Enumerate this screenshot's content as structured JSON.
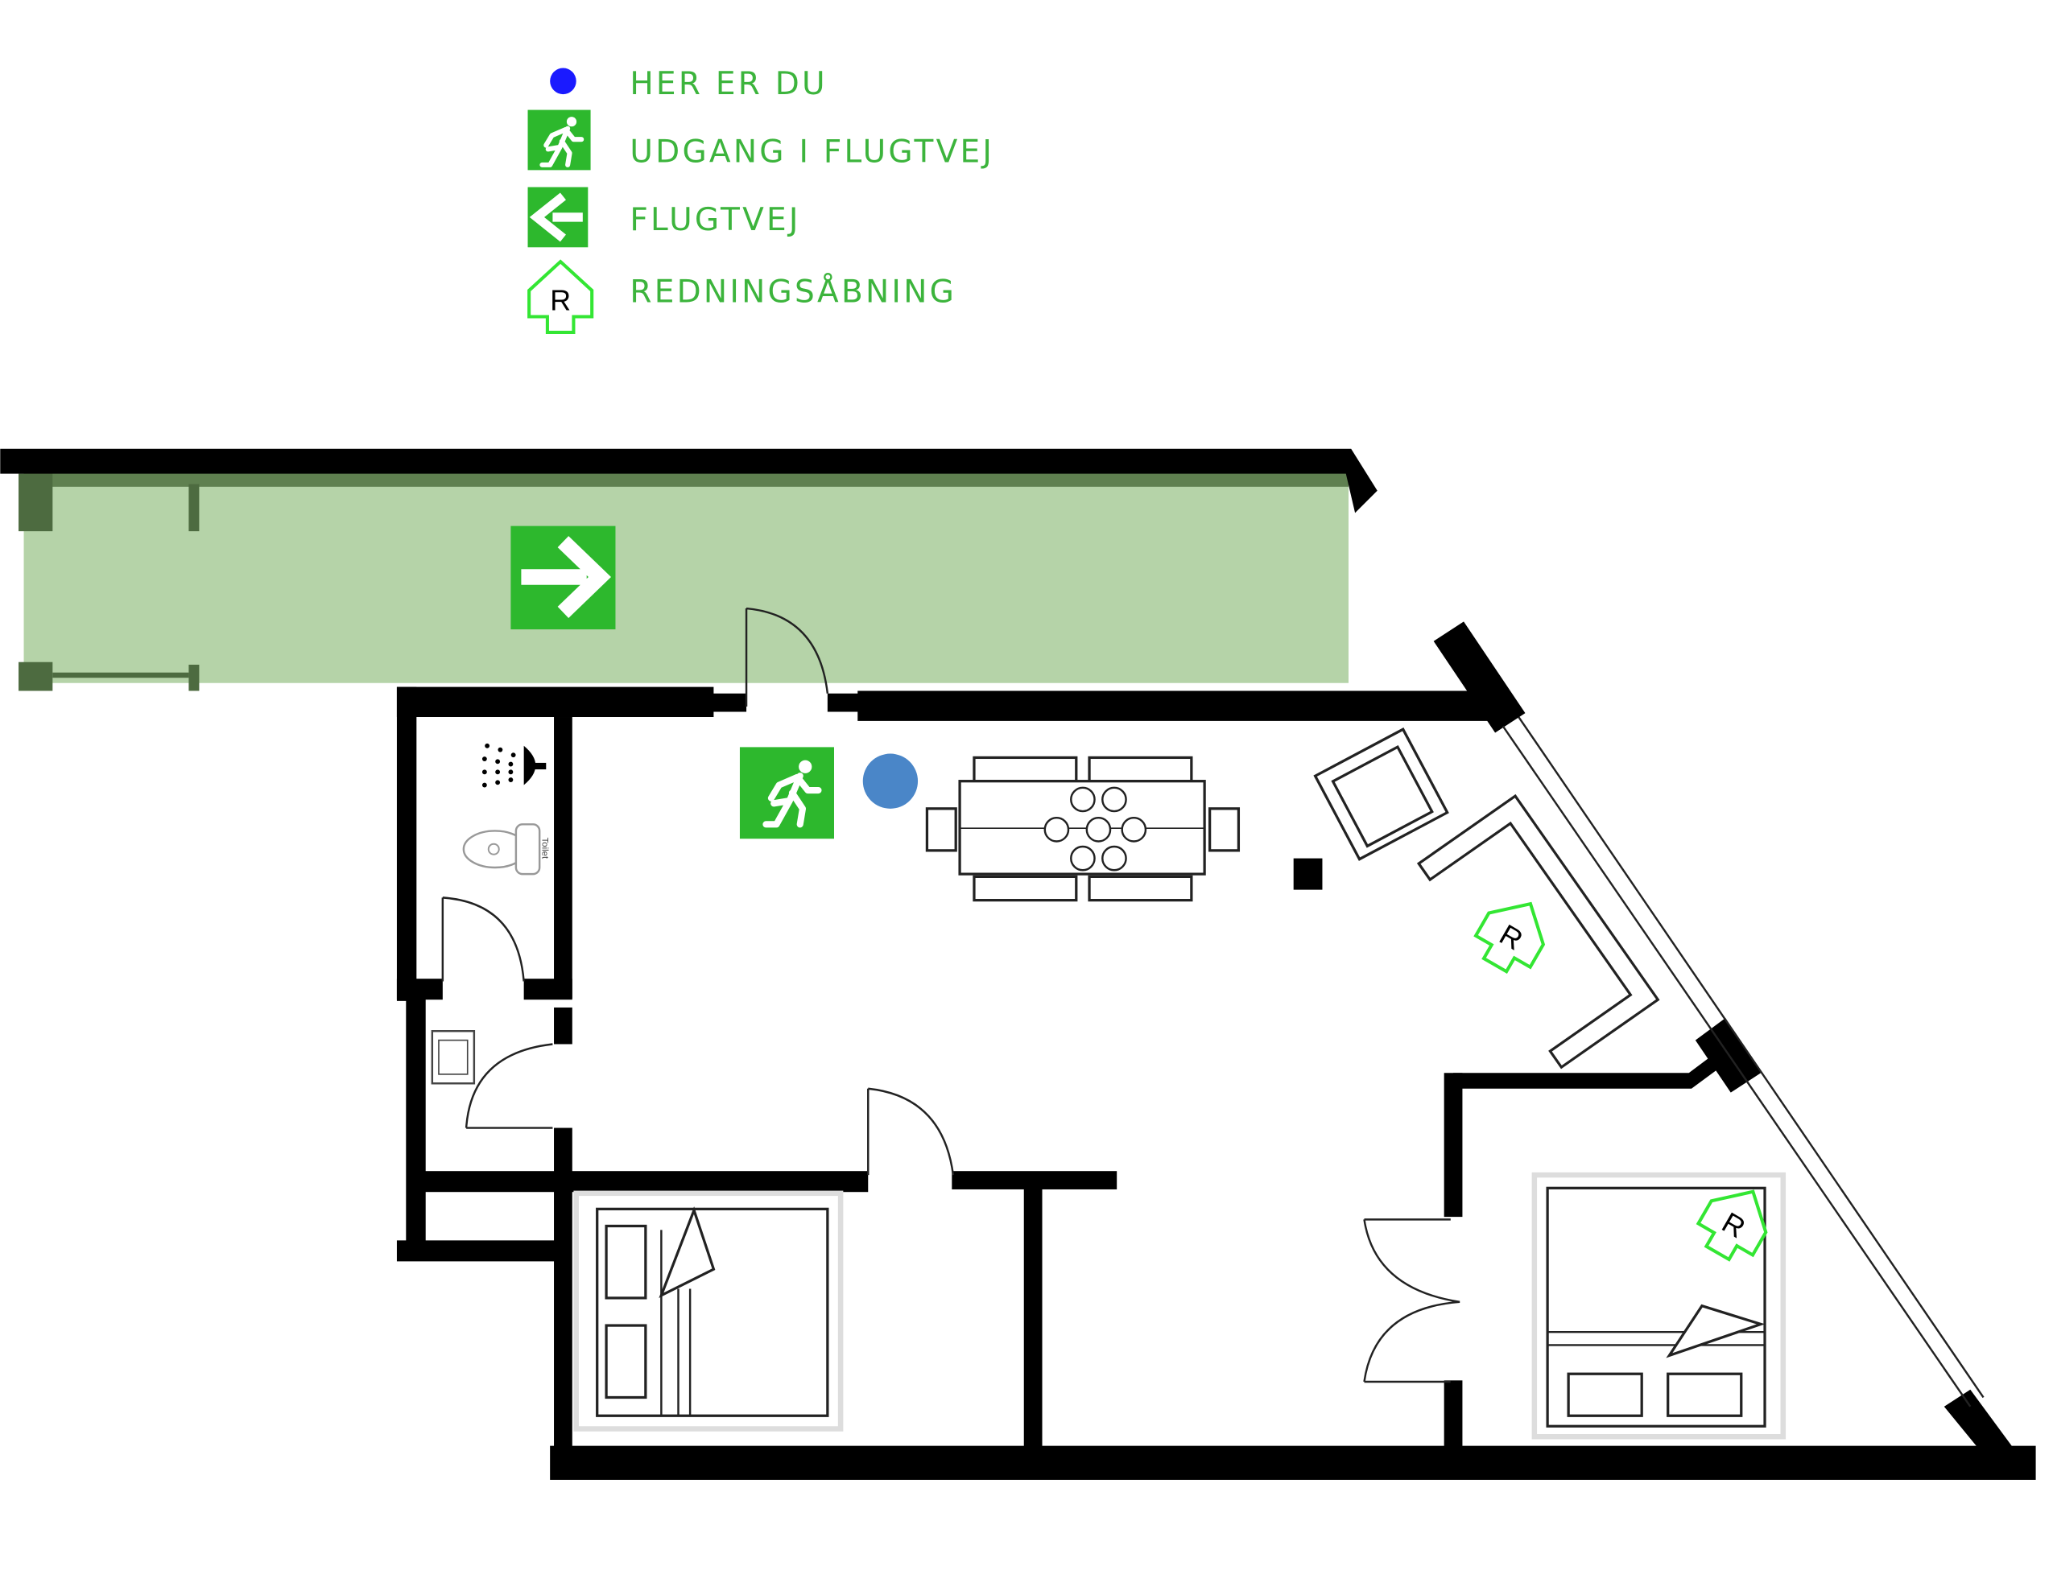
{
  "legend": {
    "items": [
      {
        "icon": "you-are-here-dot-icon",
        "label": "HER ER DU"
      },
      {
        "icon": "emergency-exit-running-man-icon",
        "label": "UDGANG I FLUGTVEJ"
      },
      {
        "icon": "escape-route-arrow-icon",
        "label": "FLUGTVEJ"
      },
      {
        "icon": "rescue-opening-r-icon",
        "label": "REDNINGSÅBNING"
      }
    ]
  },
  "plan": {
    "rescue_opening_letter": "R",
    "toilet_label": "Toilet"
  },
  "colors": {
    "legend_text": "#3cb43c",
    "sign_green": "#2db82d",
    "you_are_here_legend": "#1a1aff",
    "you_are_here_marker": "#4a86c8",
    "escape_corridor": "#b5d3a8",
    "rescue_outline": "#33e633",
    "wall": "#000000"
  }
}
